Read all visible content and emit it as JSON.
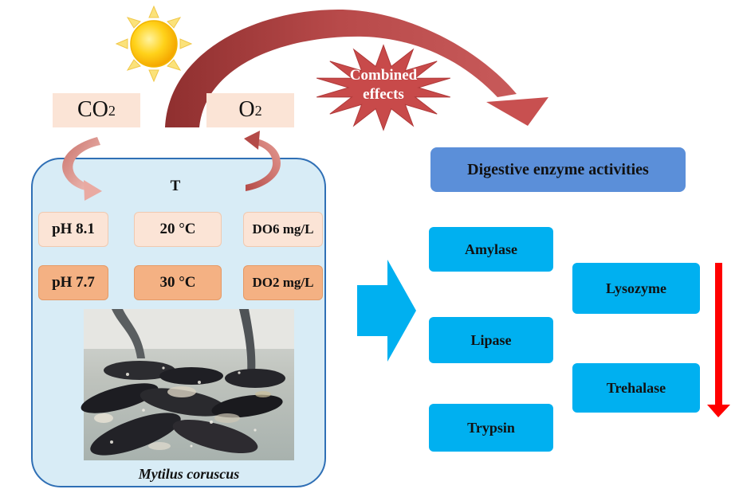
{
  "gases": {
    "co2": {
      "main": "CO",
      "sub": "2"
    },
    "o2": {
      "main": "O",
      "sub": "2"
    }
  },
  "burst_label": [
    "Combined",
    "effects"
  ],
  "temperature_label": "T",
  "conditions": {
    "row1": {
      "ph": "pH 8.1",
      "temp": "20 °C",
      "do": [
        "DO",
        "6 mg/L"
      ]
    },
    "row2": {
      "ph": "pH 7.7",
      "temp": "30 °C",
      "do": [
        "DO",
        "2 mg/L"
      ]
    }
  },
  "species_label": "Mytilus coruscus",
  "header": "Digestive enzyme activities",
  "enzymes": {
    "left": [
      "Amylase",
      "Lipase",
      "Trypsin"
    ],
    "right": [
      "Lysozyme",
      "Trehalase"
    ]
  },
  "colors": {
    "tank_fill": "#d8ecf6",
    "tank_border": "#2f6fb5",
    "arc_arrow": "#b84a4a",
    "burst": "#c84a4a",
    "enzyme_box": "#00b0f0",
    "header_box": "#5b8fd9",
    "decrease_arrow": "#ff0000"
  }
}
